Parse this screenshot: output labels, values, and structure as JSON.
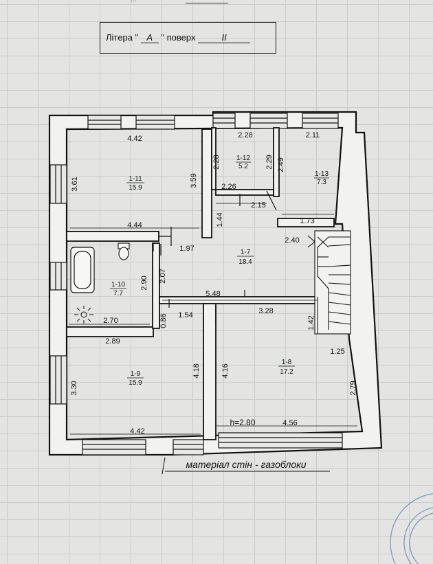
{
  "header": {
    "top_cut_text": "...",
    "litera_label": "Літера",
    "litera_value": "А",
    "floor_label": "поверх",
    "floor_value": "II"
  },
  "rooms": [
    {
      "id": "1-11",
      "area": "15.9"
    },
    {
      "id": "1-12",
      "area": "5.2"
    },
    {
      "id": "1-13",
      "area": "7.3"
    },
    {
      "id": "1-7",
      "area": "18.4"
    },
    {
      "id": "1-10",
      "area": "7.7"
    },
    {
      "id": "1-9",
      "area": "15.9"
    },
    {
      "id": "1-8",
      "area": "17.2"
    }
  ],
  "dimensions": {
    "d442_top": "4.42",
    "d361": "3.61",
    "d359": "3.59",
    "d444": "4.44",
    "d228_top": "2.28",
    "d228_side": "2.28",
    "d229": "2.29",
    "d226": "2.26",
    "d211": "2.11",
    "d249": "2.49",
    "d215": "2.15",
    "d173": "1.73",
    "d144": "1.44",
    "d197": "1.97",
    "d240": "2.40",
    "d290": "2.90",
    "d207": "2.07",
    "d270": "2.70",
    "d086": "0.86",
    "d154": "1.54",
    "d548": "5.48",
    "d328": "3.28",
    "d142": "1.42",
    "d289": "2.89",
    "d125": "1.25",
    "d330": "3.30",
    "d418": "4.18",
    "d416": "4.16",
    "d279": "2.79",
    "d442_bottom": "4.42",
    "d456": "4.56"
  },
  "height_label": "h=2.80",
  "material_note": "матеріал стін - газоблоки"
}
